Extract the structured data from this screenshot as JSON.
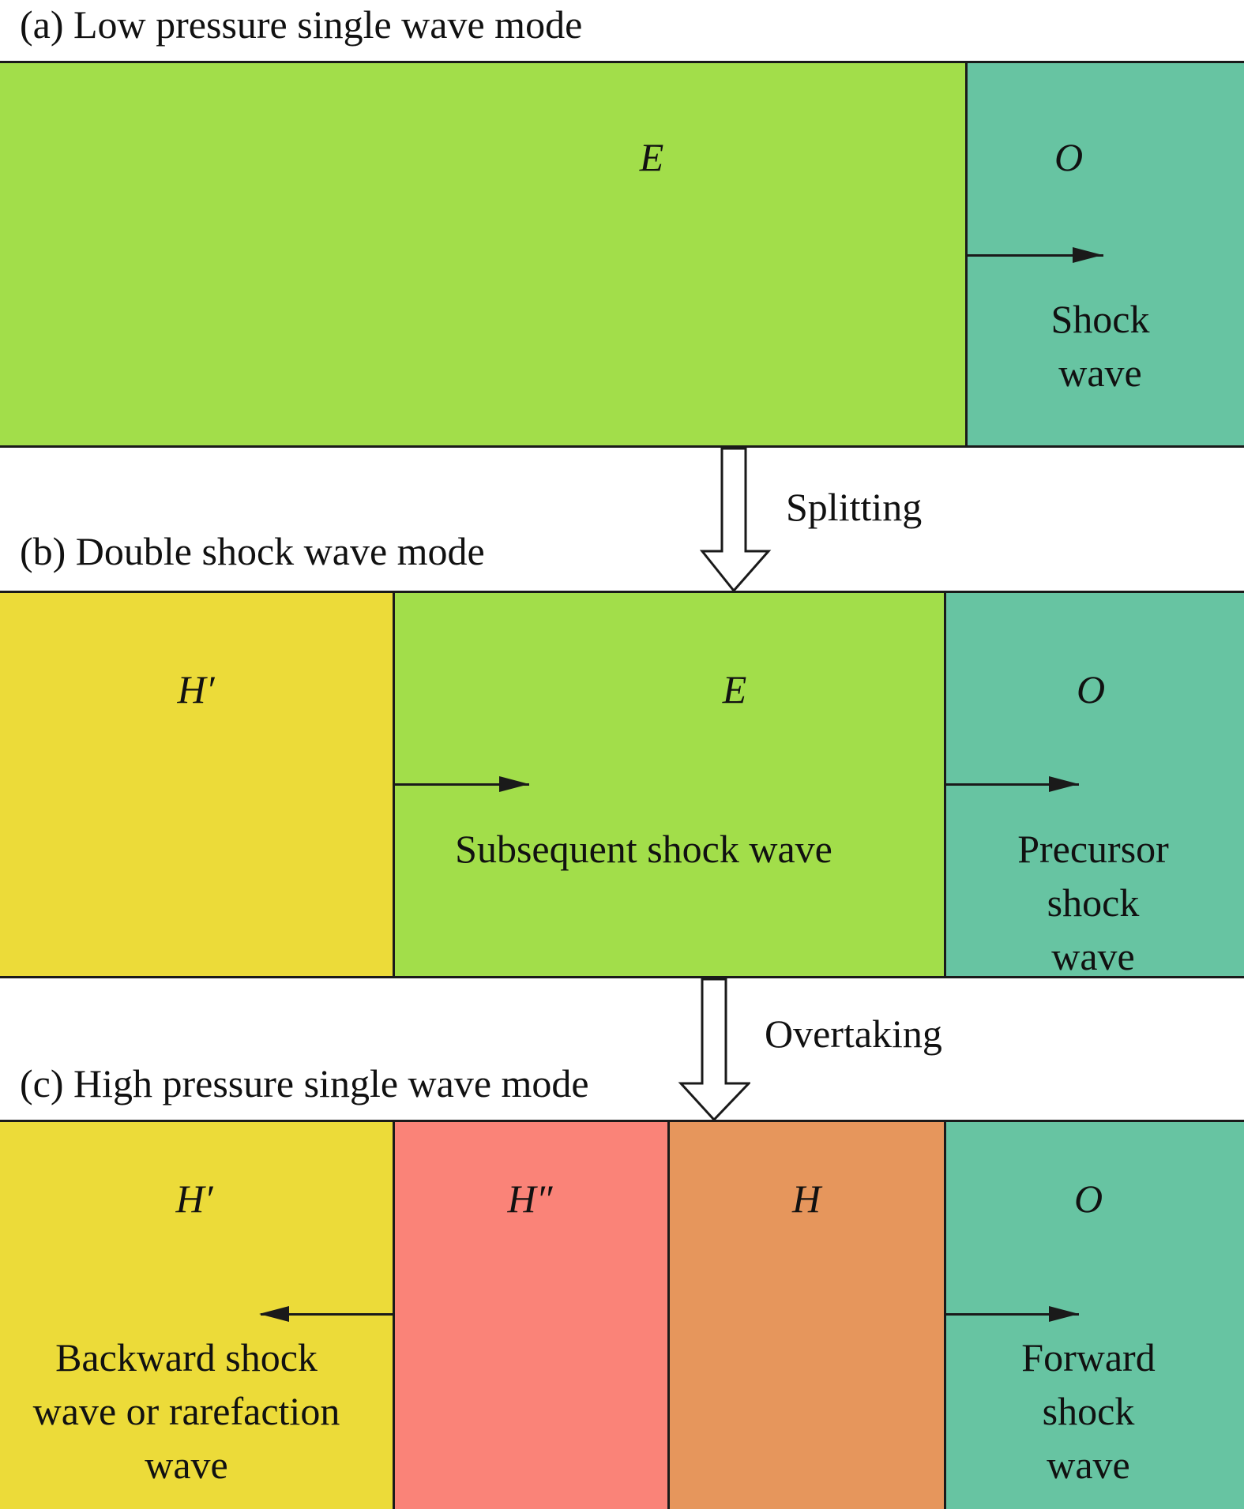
{
  "colors": {
    "background": "#ffffff",
    "line": "#1a1a1a",
    "E": "#a2de4a",
    "O": "#67c4a2",
    "H_prime": "#ecdb39",
    "H_double_prime": "#fa8378",
    "H": "#e6965c"
  },
  "panel_a": {
    "title": "(a) Low pressure single wave mode",
    "regions": {
      "E": {
        "label": "E",
        "color_key": "E"
      },
      "O": {
        "label": "O",
        "color_key": "O",
        "wave_text": "Shock wave",
        "arrow_icon": "arrow-right-icon"
      }
    }
  },
  "transition_1": {
    "label": "Splitting",
    "icon": "hollow-down-arrow-icon"
  },
  "panel_b": {
    "title": "(b) Double shock wave mode",
    "regions": {
      "H_prime": {
        "label": "H′",
        "color_key": "H_prime"
      },
      "E": {
        "label": "E",
        "color_key": "E",
        "wave_text": "Subsequent shock wave",
        "arrow_icon": "arrow-right-icon"
      },
      "O": {
        "label": "O",
        "color_key": "O",
        "wave_text": "Precursor shock\nwave",
        "arrow_icon": "arrow-right-icon"
      }
    }
  },
  "transition_2": {
    "label": "Overtaking",
    "icon": "hollow-down-arrow-icon"
  },
  "panel_c": {
    "title": "(c) High pressure single wave mode",
    "regions": {
      "H_prime": {
        "label": "H′",
        "color_key": "H_prime",
        "wave_text": "Backward shock\nwave or rarefaction\nwave",
        "arrow_icon": "arrow-left-icon"
      },
      "H_double_prime": {
        "label": "H″",
        "color_key": "H_double_prime"
      },
      "H": {
        "label": "H",
        "color_key": "H"
      },
      "O": {
        "label": "O",
        "color_key": "O",
        "wave_text": "Forward shock\nwave",
        "arrow_icon": "arrow-right-icon"
      }
    }
  }
}
